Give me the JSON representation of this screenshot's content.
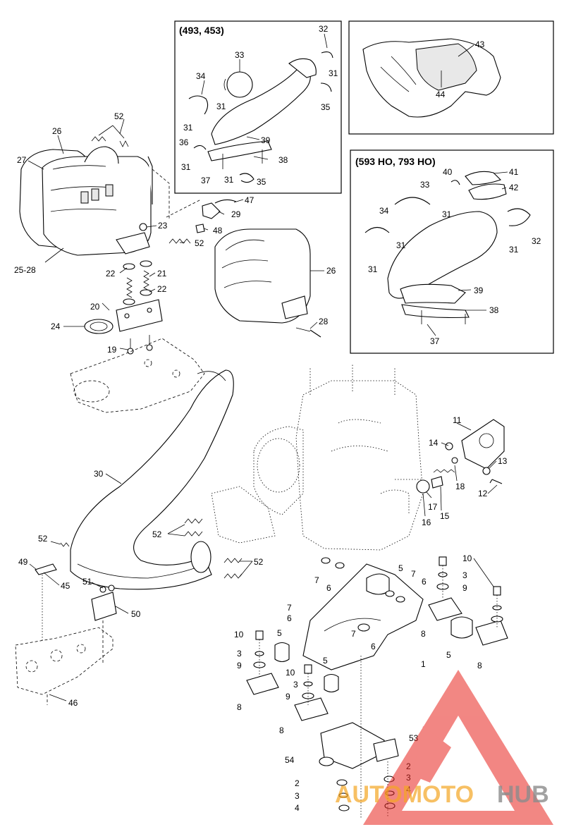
{
  "boxes": {
    "top_inset_title": "(493, 453)",
    "right_inset_title": "(593 HO, 793 HO)"
  },
  "callouts": [
    {
      "id": "c1",
      "text": "52"
    },
    {
      "id": "c2",
      "text": "26"
    },
    {
      "id": "c3",
      "text": "27"
    },
    {
      "id": "c4",
      "text": "23"
    },
    {
      "id": "c5",
      "text": "52"
    },
    {
      "id": "c6",
      "text": "25-28"
    },
    {
      "id": "c7",
      "text": "22"
    },
    {
      "id": "c8",
      "text": "21"
    },
    {
      "id": "c9",
      "text": "22"
    },
    {
      "id": "c10",
      "text": "20"
    },
    {
      "id": "c11",
      "text": "24"
    },
    {
      "id": "c12",
      "text": "19"
    },
    {
      "id": "c13",
      "text": "47"
    },
    {
      "id": "c14",
      "text": "29"
    },
    {
      "id": "c15",
      "text": "48"
    },
    {
      "id": "c16",
      "text": "26"
    },
    {
      "id": "c17",
      "text": "28"
    },
    {
      "id": "c18",
      "text": "32"
    },
    {
      "id": "c19",
      "text": "33"
    },
    {
      "id": "c20",
      "text": "31"
    },
    {
      "id": "c21",
      "text": "34"
    },
    {
      "id": "c22",
      "text": "31"
    },
    {
      "id": "c23",
      "text": "31"
    },
    {
      "id": "c24",
      "text": "35"
    },
    {
      "id": "c25",
      "text": "39"
    },
    {
      "id": "c26",
      "text": "36"
    },
    {
      "id": "c27",
      "text": "38"
    },
    {
      "id": "c28",
      "text": "31"
    },
    {
      "id": "c29",
      "text": "37"
    },
    {
      "id": "c30",
      "text": "31"
    },
    {
      "id": "c31",
      "text": "35"
    },
    {
      "id": "c32",
      "text": "43"
    },
    {
      "id": "c33",
      "text": "44"
    },
    {
      "id": "c34",
      "text": "40"
    },
    {
      "id": "c35",
      "text": "41"
    },
    {
      "id": "c36",
      "text": "33"
    },
    {
      "id": "c37",
      "text": "42"
    },
    {
      "id": "c38",
      "text": "31"
    },
    {
      "id": "c39",
      "text": "34"
    },
    {
      "id": "c40",
      "text": "31"
    },
    {
      "id": "c41",
      "text": "32"
    },
    {
      "id": "c42",
      "text": "31"
    },
    {
      "id": "c43",
      "text": "31"
    },
    {
      "id": "c44",
      "text": "39"
    },
    {
      "id": "c45",
      "text": "38"
    },
    {
      "id": "c46",
      "text": "37"
    },
    {
      "id": "c47",
      "text": "11"
    },
    {
      "id": "c48",
      "text": "14"
    },
    {
      "id": "c49",
      "text": "13"
    },
    {
      "id": "c50",
      "text": "15"
    },
    {
      "id": "c51",
      "text": "18"
    },
    {
      "id": "c52",
      "text": "12"
    },
    {
      "id": "c53",
      "text": "17"
    },
    {
      "id": "c54",
      "text": "16"
    },
    {
      "id": "c55",
      "text": "30"
    },
    {
      "id": "c56",
      "text": "52"
    },
    {
      "id": "c57",
      "text": "52"
    },
    {
      "id": "c58",
      "text": "52"
    },
    {
      "id": "c59",
      "text": "49"
    },
    {
      "id": "c60",
      "text": "45"
    },
    {
      "id": "c61",
      "text": "51"
    },
    {
      "id": "c62",
      "text": "50"
    },
    {
      "id": "c63",
      "text": "46"
    },
    {
      "id": "c64",
      "text": "10"
    },
    {
      "id": "c65",
      "text": "7"
    },
    {
      "id": "c66",
      "text": "5"
    },
    {
      "id": "c67",
      "text": "7"
    },
    {
      "id": "c68",
      "text": "6"
    },
    {
      "id": "c69",
      "text": "3"
    },
    {
      "id": "c70",
      "text": "6"
    },
    {
      "id": "c71",
      "text": "9"
    },
    {
      "id": "c72",
      "text": "7"
    },
    {
      "id": "c73",
      "text": "6"
    },
    {
      "id": "c74",
      "text": "8"
    },
    {
      "id": "c75",
      "text": "10"
    },
    {
      "id": "c76",
      "text": "5"
    },
    {
      "id": "c77",
      "text": "7"
    },
    {
      "id": "c78",
      "text": "6"
    },
    {
      "id": "c79",
      "text": "5"
    },
    {
      "id": "c80",
      "text": "8"
    },
    {
      "id": "c81",
      "text": "3"
    },
    {
      "id": "c82",
      "text": "1"
    },
    {
      "id": "c83",
      "text": "9"
    },
    {
      "id": "c84",
      "text": "10"
    },
    {
      "id": "c85",
      "text": "5"
    },
    {
      "id": "c86",
      "text": "3"
    },
    {
      "id": "c87",
      "text": "9"
    },
    {
      "id": "c88",
      "text": "8"
    },
    {
      "id": "c89",
      "text": "8"
    },
    {
      "id": "c90",
      "text": "53"
    },
    {
      "id": "c91",
      "text": "54"
    },
    {
      "id": "c92",
      "text": "2"
    },
    {
      "id": "c93",
      "text": "3"
    },
    {
      "id": "c94",
      "text": "2"
    },
    {
      "id": "c95",
      "text": "4"
    },
    {
      "id": "c96",
      "text": "3"
    },
    {
      "id": "c97",
      "text": "4"
    }
  ],
  "watermark": {
    "part1": "AUTOMOTO",
    "part2": "HUB",
    "color_red": "#e8251e",
    "color_orange": "#f5a623",
    "color_gray": "#8c8c8c"
  }
}
